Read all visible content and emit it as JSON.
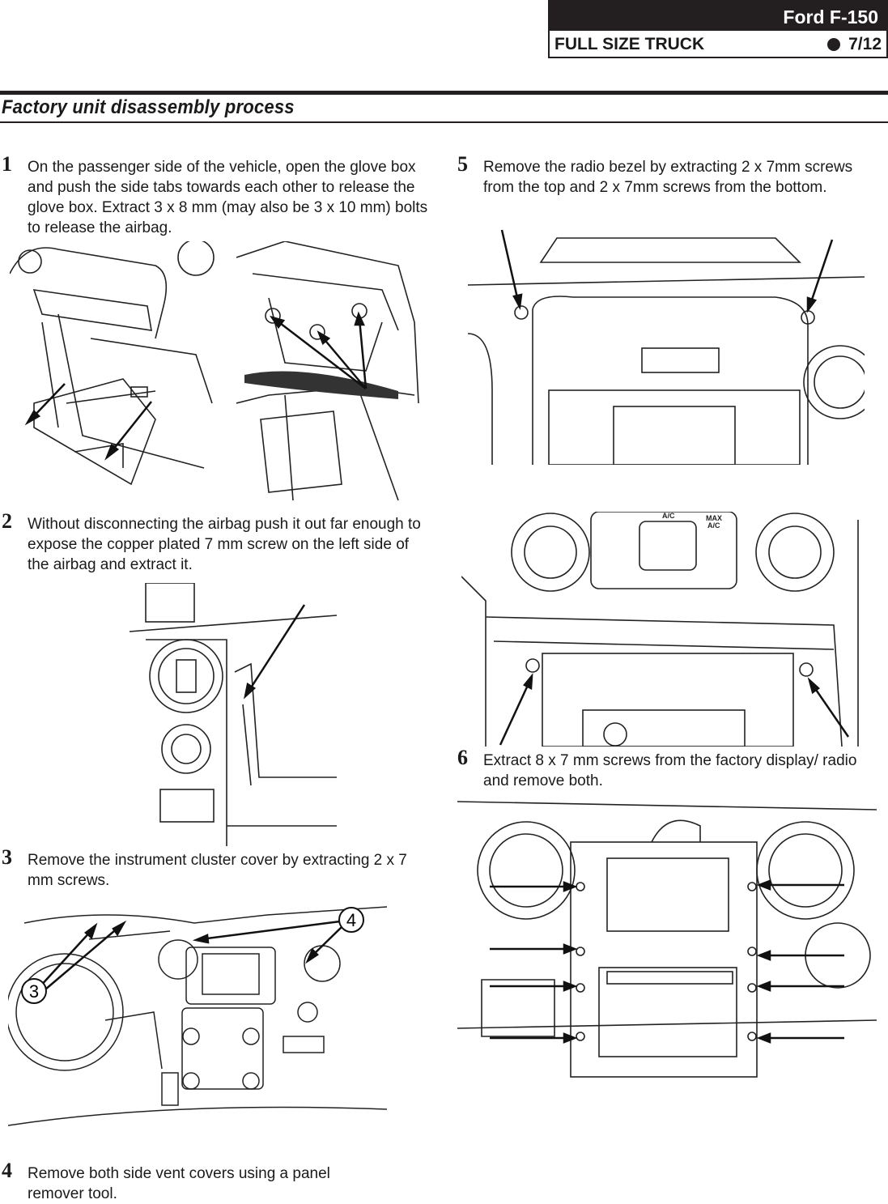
{
  "header": {
    "model": "Ford F-150",
    "category": "FULL SIZE TRUCK",
    "page": "7/12"
  },
  "section_title": "Factory unit disassembly process",
  "steps": [
    {
      "num": "1",
      "text": "On the passenger side of the vehicle, open the glove box and push the side tabs towards each other to release the glove box. Extract 3 x 8 mm (may also be 3 x 10 mm) bolts to release the airbag."
    },
    {
      "num": "2",
      "text": "Without disconnecting the airbag push it out far enough to expose the copper plated 7 mm screw on the left side of the airbag and extract it."
    },
    {
      "num": "3",
      "text": "Remove the instrument cluster cover by extracting 2 x 7 mm screws."
    },
    {
      "num": "4",
      "text": "Remove both side vent covers using a panel remover tool."
    },
    {
      "num": "5",
      "text": "Remove the radio bezel by extracting 2 x 7mm screws from the top and 2 x 7mm screws from the bottom."
    },
    {
      "num": "6",
      "text": "Extract 8 x 7 mm screws from the factory display/ radio and remove both."
    }
  ],
  "callouts": {
    "c3": "3",
    "c4": "4"
  },
  "panel_labels": {
    "ac": "A/C",
    "max": "MAX",
    "max_ac": "A/C"
  }
}
